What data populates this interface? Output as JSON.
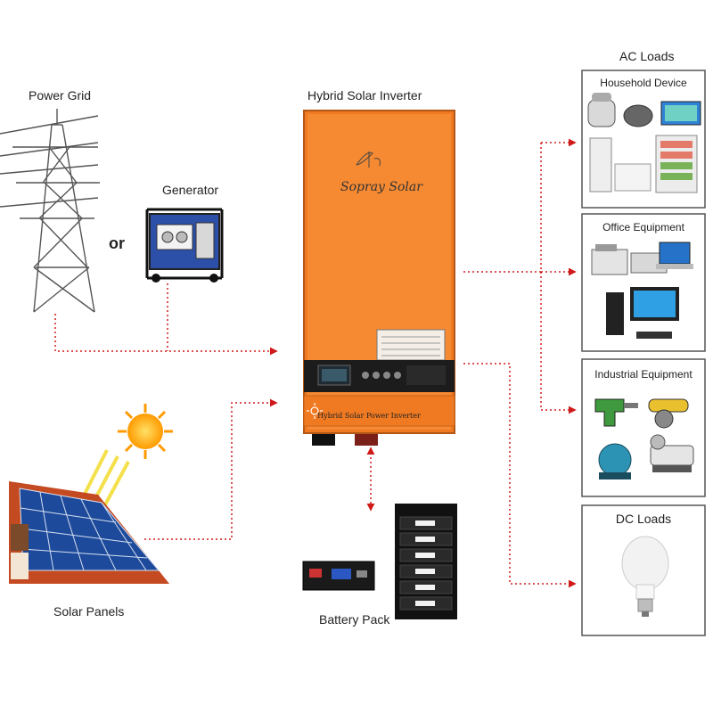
{
  "labels": {
    "power_grid": "Power Grid",
    "generator": "Generator",
    "or": "or",
    "inverter_title": "Hybrid Solar Inverter",
    "solar_panels": "Solar Panels",
    "battery_pack": "Battery Pack",
    "ac_loads": "AC Loads"
  },
  "inverter": {
    "brand": "Sopray Solar",
    "panel_text": "Hybrid Solar Power Inverter",
    "body_color": "#f07a22"
  },
  "load_boxes": [
    {
      "title": "Household Device"
    },
    {
      "title": "Office Equipment"
    },
    {
      "title": "Industrial Equipment"
    },
    {
      "title": "DC Loads"
    }
  ],
  "colors": {
    "connector": "#d01a1a",
    "box_border": "#555555"
  }
}
